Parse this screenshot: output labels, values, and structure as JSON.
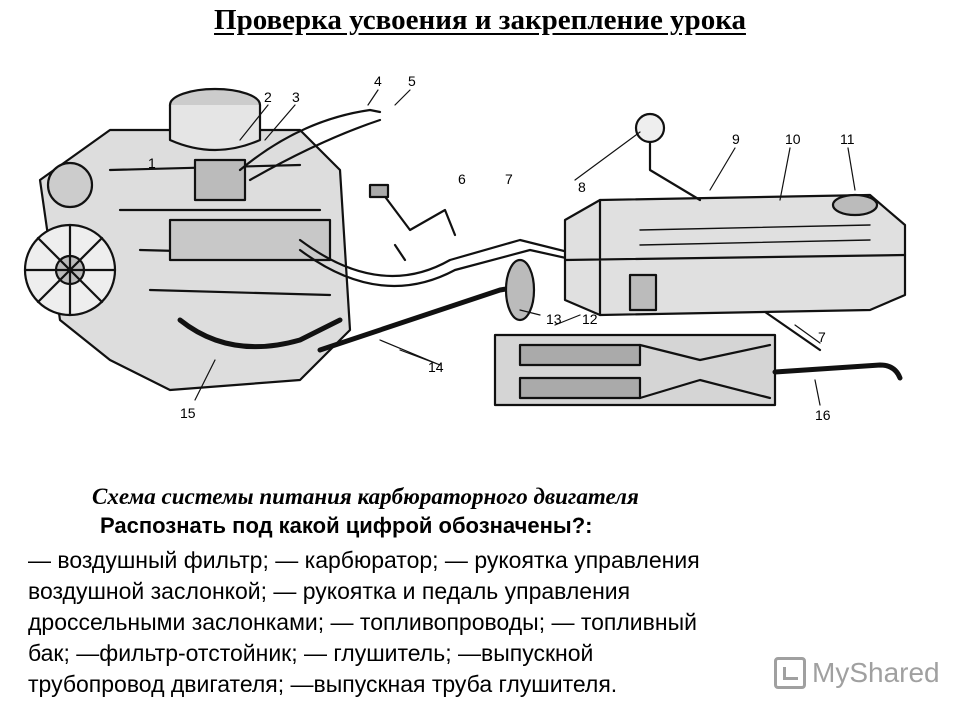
{
  "title": "Проверка усвоения и закрепление урока",
  "diagram": {
    "callouts": [
      "1",
      "2",
      "3",
      "4",
      "5",
      "6",
      "7",
      "8",
      "9",
      "10",
      "11",
      "7",
      "12",
      "13",
      "14",
      "15",
      "16"
    ]
  },
  "caption": "Схема системы питания карбюраторного двигателя",
  "question": "Распознать под какой цифрой обозначены?:",
  "answer_lines": [
    "— воздушный фильтр; — карбюратор; — рукоятка управления",
    "воздушной заслонкой; — рукоятка и педаль управления",
    "дроссельными заслонками; — топливопроводы; — топливный",
    "бак; —фильтр-отстойник; — глушитель; —выпускной",
    "трубопровод двигателя; —выпускная труба глушителя."
  ],
  "watermark": {
    "text": "MyShared"
  }
}
